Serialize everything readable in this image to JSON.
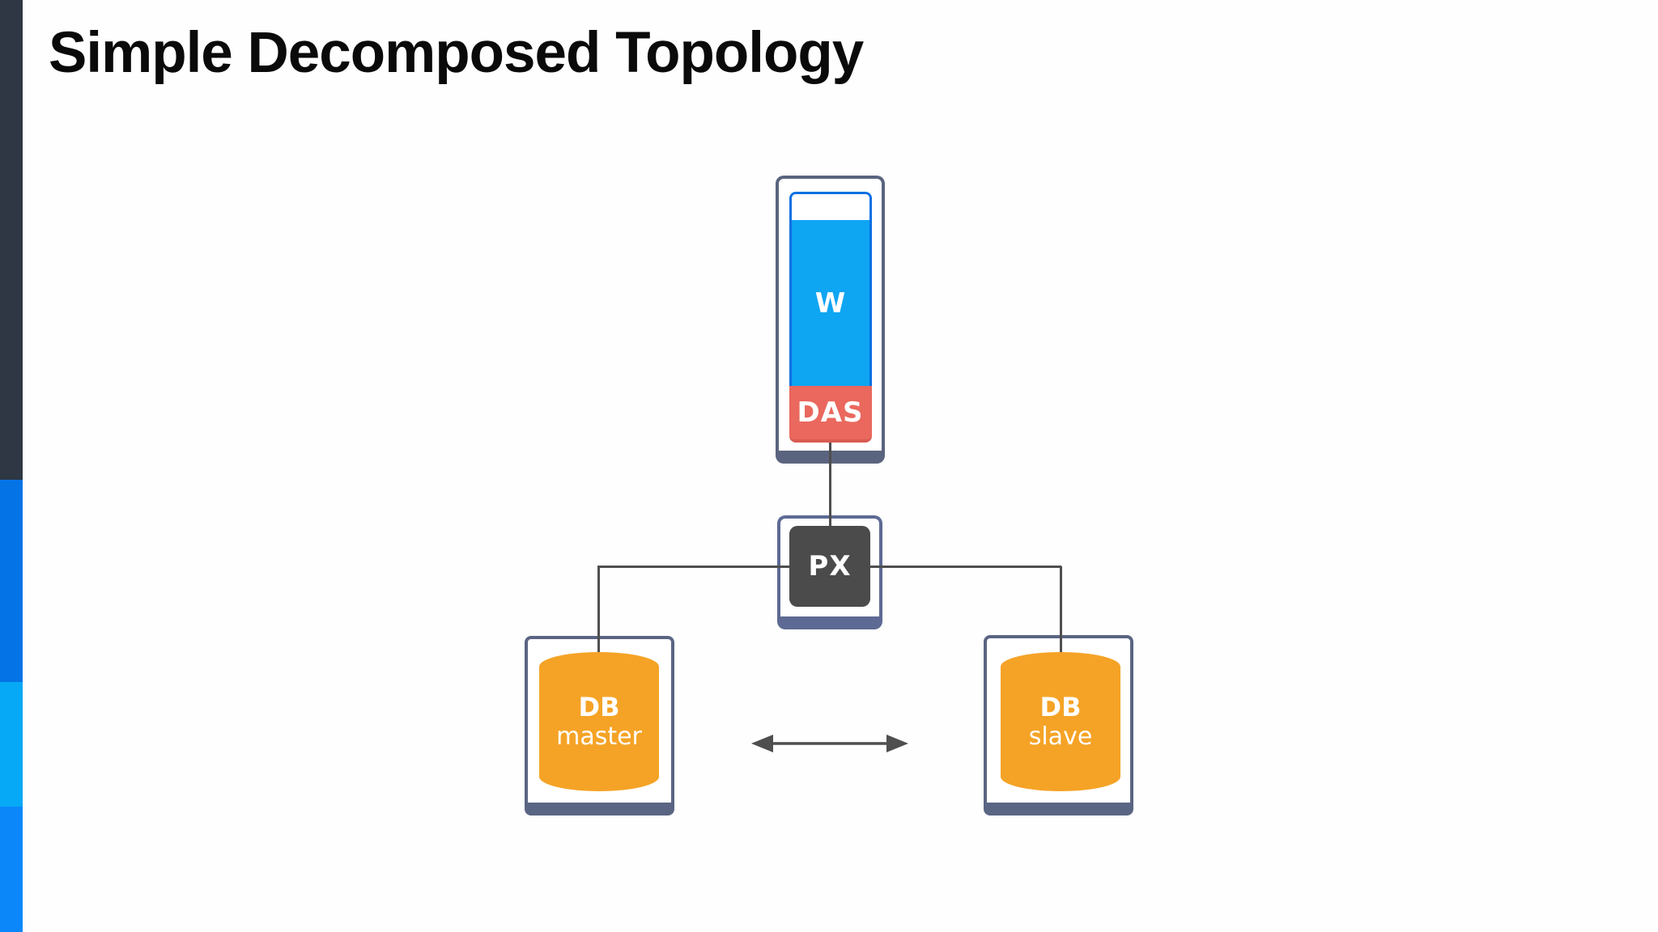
{
  "slide": {
    "title": "Simple Decomposed Topology"
  },
  "diagram": {
    "web_server": {
      "label": "W",
      "das_label": "DAS"
    },
    "proxy": {
      "label": "PX"
    },
    "db_master": {
      "line1": "DB",
      "line2": "master"
    },
    "db_slave": {
      "line1": "DB",
      "line2": "slave"
    }
  },
  "colors": {
    "web_fill": "#0ea5f2",
    "web_border": "#0b70e2",
    "das_fill": "#ea685e",
    "proxy_fill": "#4b4b4b",
    "db_fill": "#f5a326",
    "web_frame_border": "#5b647e",
    "proxy_frame_border": "#5d6a94",
    "db_frame_border": "#5a6583",
    "connector": "#4f4f4f",
    "arrow": "#4f4f4f",
    "sidebar_dark": "#2e3743",
    "sidebar_blue": "#0473e5",
    "sidebar_light_blue": "#06a9f5",
    "sidebar_bottom_blue": "#0b87fa",
    "title_color": "#0a0a0a"
  }
}
